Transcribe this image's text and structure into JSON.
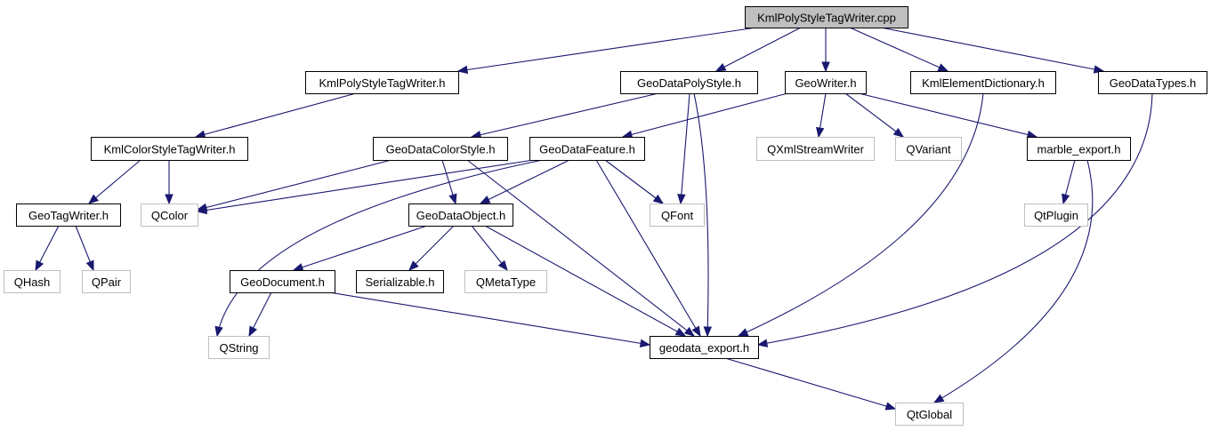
{
  "diagram": {
    "type": "include-dependency-graph",
    "edge_color": "#191970",
    "root_fill": "#bfbfbf",
    "nodes": [
      {
        "id": "root",
        "label": "KmlPolyStyleTagWriter.cpp",
        "kind": "root"
      },
      {
        "id": "kpstw_h",
        "label": "KmlPolyStyleTagWriter.h",
        "kind": "documented"
      },
      {
        "id": "gdps_h",
        "label": "GeoDataPolyStyle.h",
        "kind": "documented"
      },
      {
        "id": "gw_h",
        "label": "GeoWriter.h",
        "kind": "documented"
      },
      {
        "id": "ked_h",
        "label": "KmlElementDictionary.h",
        "kind": "documented"
      },
      {
        "id": "gdt_h",
        "label": "GeoDataTypes.h",
        "kind": "documented"
      },
      {
        "id": "kcstw_h",
        "label": "KmlColorStyleTagWriter.h",
        "kind": "documented"
      },
      {
        "id": "gdcs_h",
        "label": "GeoDataColorStyle.h",
        "kind": "documented"
      },
      {
        "id": "gdf_h",
        "label": "GeoDataFeature.h",
        "kind": "documented"
      },
      {
        "id": "qxsw",
        "label": "QXmlStreamWriter",
        "kind": "external"
      },
      {
        "id": "qvariant",
        "label": "QVariant",
        "kind": "external"
      },
      {
        "id": "me_h",
        "label": "marble_export.h",
        "kind": "documented"
      },
      {
        "id": "gtw_h",
        "label": "GeoTagWriter.h",
        "kind": "documented"
      },
      {
        "id": "qcolor",
        "label": "QColor",
        "kind": "external"
      },
      {
        "id": "gdo_h",
        "label": "GeoDataObject.h",
        "kind": "documented"
      },
      {
        "id": "qfont",
        "label": "QFont",
        "kind": "external"
      },
      {
        "id": "qtplugin",
        "label": "QtPlugin",
        "kind": "external"
      },
      {
        "id": "qhash",
        "label": "QHash",
        "kind": "external"
      },
      {
        "id": "qpair",
        "label": "QPair",
        "kind": "external"
      },
      {
        "id": "gdoc_h",
        "label": "GeoDocument.h",
        "kind": "documented"
      },
      {
        "id": "ser_h",
        "label": "Serializable.h",
        "kind": "documented"
      },
      {
        "id": "qmetatype",
        "label": "QMetaType",
        "kind": "external"
      },
      {
        "id": "qstring",
        "label": "QString",
        "kind": "external"
      },
      {
        "id": "gde_h",
        "label": "geodata_export.h",
        "kind": "documented"
      },
      {
        "id": "qtglobal",
        "label": "QtGlobal",
        "kind": "external"
      }
    ],
    "edges": [
      {
        "from": "root",
        "to": "kpstw_h"
      },
      {
        "from": "root",
        "to": "gdps_h"
      },
      {
        "from": "root",
        "to": "gw_h"
      },
      {
        "from": "root",
        "to": "ked_h"
      },
      {
        "from": "root",
        "to": "gdt_h"
      },
      {
        "from": "kpstw_h",
        "to": "kcstw_h"
      },
      {
        "from": "gdps_h",
        "to": "gdcs_h"
      },
      {
        "from": "gdps_h",
        "to": "qfont"
      },
      {
        "from": "gdps_h",
        "to": "gde_h"
      },
      {
        "from": "gw_h",
        "to": "gdf_h"
      },
      {
        "from": "gw_h",
        "to": "qxsw"
      },
      {
        "from": "gw_h",
        "to": "qvariant"
      },
      {
        "from": "gw_h",
        "to": "me_h"
      },
      {
        "from": "ked_h",
        "to": "gde_h"
      },
      {
        "from": "gdt_h",
        "to": "gde_h"
      },
      {
        "from": "kcstw_h",
        "to": "gtw_h"
      },
      {
        "from": "kcstw_h",
        "to": "qcolor"
      },
      {
        "from": "gdcs_h",
        "to": "qcolor"
      },
      {
        "from": "gdcs_h",
        "to": "gdo_h"
      },
      {
        "from": "gdcs_h",
        "to": "gde_h"
      },
      {
        "from": "gdf_h",
        "to": "qcolor"
      },
      {
        "from": "gdf_h",
        "to": "gdo_h"
      },
      {
        "from": "gdf_h",
        "to": "qfont"
      },
      {
        "from": "gdf_h",
        "to": "qstring"
      },
      {
        "from": "gdf_h",
        "to": "gde_h"
      },
      {
        "from": "me_h",
        "to": "qtplugin"
      },
      {
        "from": "me_h",
        "to": "qtglobal"
      },
      {
        "from": "gtw_h",
        "to": "qhash"
      },
      {
        "from": "gtw_h",
        "to": "qpair"
      },
      {
        "from": "gdo_h",
        "to": "gdoc_h"
      },
      {
        "from": "gdo_h",
        "to": "ser_h"
      },
      {
        "from": "gdo_h",
        "to": "qmetatype"
      },
      {
        "from": "gdo_h",
        "to": "gde_h"
      },
      {
        "from": "gdoc_h",
        "to": "qstring"
      },
      {
        "from": "gdoc_h",
        "to": "gde_h"
      },
      {
        "from": "gde_h",
        "to": "qtglobal"
      }
    ]
  }
}
